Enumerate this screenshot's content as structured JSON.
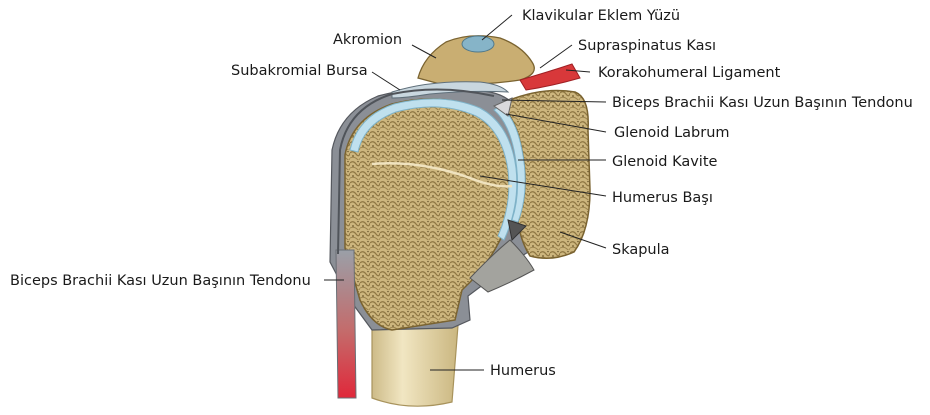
{
  "labels": {
    "clavicular_facet": "Klavikular Eklem Yüzü",
    "acromion": "Akromion",
    "supraspinatus": "Supraspinatus Kası",
    "subacromial_bursa": "Subakromial Bursa",
    "coracohumeral_ligament": "Korakohumeral Ligament",
    "biceps_tendon_right": "Biceps Brachii Kası Uzun Başının Tendonu",
    "glenoid_labrum": "Glenoid Labrum",
    "glenoid_cavity": "Glenoid Kavite",
    "humeral_head": "Humerus Başı",
    "scapula": "Skapula",
    "biceps_tendon_left": "Biceps Brachii Kası Uzun Başının Tendonu",
    "humerus": "Humerus"
  },
  "colors": {
    "bone_shaft": "#e8d9a8",
    "cortex": "#b9a46a",
    "cancellous": "#c9b27a",
    "cartilage": "#c6e3f0",
    "capsule": "#7c7f86",
    "ligament_red": "#d83a3a",
    "leader_line": "#222222"
  }
}
